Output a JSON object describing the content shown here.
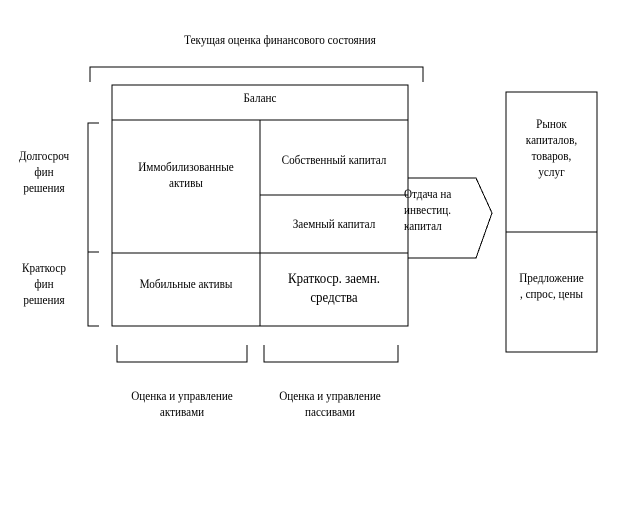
{
  "title": "Текущая оценка финансового состояния",
  "balance": {
    "header": "Баланс",
    "left_top": "Иммобилизованные активы",
    "left_bottom": "Мобильные активы",
    "right_top": "Собственный капитал",
    "right_middle": "Заемный капитал",
    "right_bottom": "Краткоср. заемн.\nсредства"
  },
  "side_labels": {
    "long_term": "Долгосроч\nфин\nрешения",
    "short_term": "Краткоср\nфин\nрешения"
  },
  "arrow_label": "Отдача на\nинвестиц.\nкапитал",
  "market_box": {
    "top": "Рынок\nкапиталов,\nтоваров,\nуслуг",
    "bottom": "Предложение\n, спрос, цены"
  },
  "bottom_labels": {
    "assets": "Оценка и управление\nактивами",
    "liabilities": "Оценка и управление\nпассивами"
  }
}
